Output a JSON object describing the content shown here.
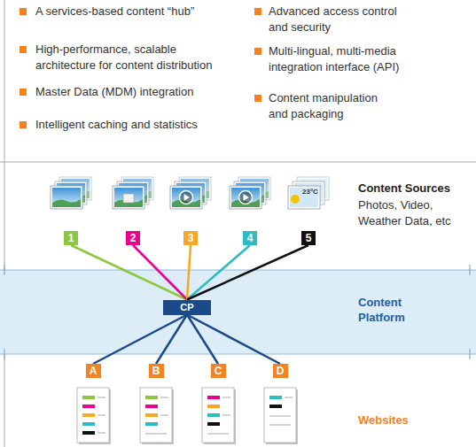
{
  "diagram": {
    "nodes": [
      {
        "text": [
          "1"
        ]
      },
      {
        "text": [
          "2"
        ]
      },
      {
        "text": [
          "3"
        ]
      },
      {
        "text": [
          "4"
        ]
      },
      {
        "text": [
          "5"
        ]
      },
      {
        "text": [
          "Content Platform"
        ]
      },
      {
        "text": [
          "CP"
        ],
        "in": 5
      },
      {
        "text": [
          "A"
        ]
      },
      {
        "text": [
          "B"
        ]
      },
      {
        "text": [
          "C"
        ]
      },
      {
        "text": [
          "D"
        ]
      }
    ],
    "edges": [
      {
        "from": 0,
        "to": 6,
        "arrow": "none"
      },
      {
        "from": 1,
        "to": 6,
        "arrow": "none"
      },
      {
        "from": 2,
        "to": 6,
        "arrow": "none"
      },
      {
        "from": 3,
        "to": 6,
        "arrow": "none"
      },
      {
        "from": 4,
        "to": 6,
        "arrow": "none"
      },
      {
        "from": 6,
        "to": 7,
        "arrow": "none"
      },
      {
        "from": 6,
        "to": 8,
        "arrow": "none"
      },
      {
        "from": 6,
        "to": 9,
        "arrow": "none"
      },
      {
        "from": 6,
        "to": 10,
        "arrow": "none"
      }
    ],
    "labels": [
      "A services-based content “hub”",
      "High-performance, scalable architecture for content distribution",
      "Master Data (MDM) integration",
      "Intelligent caching and statistics",
      "Advanced access control and security",
      "Multi-lingual, multi-media integration interface (API)",
      "Content manipulation and packaging",
      "Content Sources",
      "Photos, Video, Weather Data, etc",
      "23°C",
      "Websites"
    ]
  }
}
